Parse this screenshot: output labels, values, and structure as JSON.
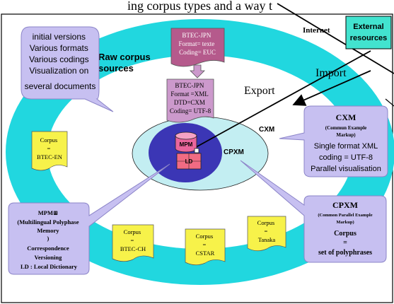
{
  "header": {
    "cutoff_text": "ing corpus types and a way t"
  },
  "colors": {
    "outer_ring": "#21d7df",
    "middle_ring": "#ffffff",
    "inner_ellipse": "#c3eef2",
    "core_ellipse": "#3b36b5",
    "callout_fill": "#c7c0f1",
    "callout_stroke": "#8b84c8",
    "sticky_note": "#f7f24a",
    "btec_jpn_top": "#b55a8c",
    "btec_jpn_xml": "#cc99cc",
    "ld_box": "#f16b83",
    "mpm_cyl": "#e9659c",
    "external_box": "#42e3cf"
  },
  "labels": {
    "raw_corpus": [
      "Raw corpus",
      "sources"
    ],
    "export": "Export",
    "import": "Import",
    "internet": "Internet",
    "external": [
      "External",
      "resources"
    ],
    "cxm_small": "CXM",
    "cpxm_small": "CPXM",
    "mpm": "MPM",
    "ld": "LD"
  },
  "raw_callout": [
    "initial versions",
    "Various formats",
    "Various codings",
    "Visualization on",
    "several documents"
  ],
  "btec_jpn_top": [
    "BTEC-JPN",
    "Format= texte",
    "Coding= EUC"
  ],
  "btec_jpn_xml": [
    "BTEC-JPN",
    "Format =XML",
    "DTD=CXM",
    "Coding= UTF-8"
  ],
  "cxm_callout": {
    "title": "CXM",
    "sub": [
      "(Commun  Example",
      "Markup)"
    ],
    "body": [
      "Single format XML",
      "coding = UTF-8",
      "Parallel visualisation"
    ]
  },
  "cpxm_callout": {
    "title": "CPXM",
    "sub": [
      "(Common Parallel Example",
      "Markup)"
    ],
    "body": [
      "Corpus",
      "=",
      "set of polyphrases"
    ]
  },
  "mpm_callout": [
    "MPM⊞",
    "(Multilingual Polyphase",
    "Memory",
    ")",
    "Correspondence",
    "Versioning",
    "LD : Local Dictionary"
  ],
  "notes": {
    "btec_en": [
      "Corpus",
      "=",
      "BTEC-EN"
    ],
    "btec_ch": [
      "Corpus",
      "=",
      "BTEC-CH"
    ],
    "cstar": [
      "Corpus",
      "=",
      "CSTAR"
    ],
    "tanaka": [
      "Corpus",
      "=",
      "Tanaka"
    ]
  }
}
